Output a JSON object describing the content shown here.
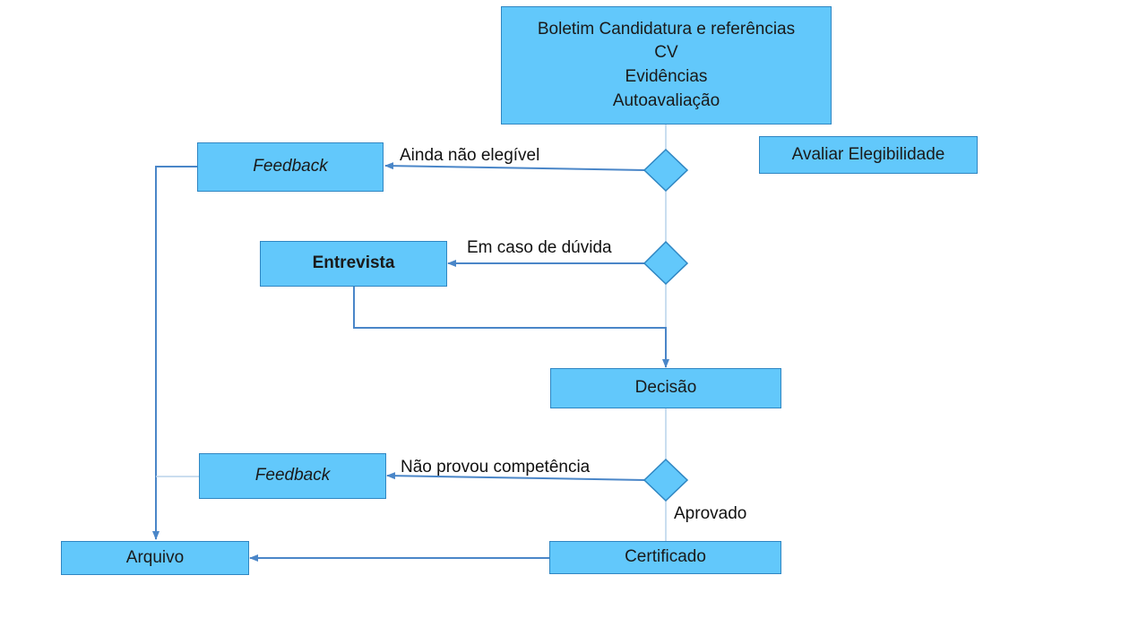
{
  "colors": {
    "box_fill": "#62c8fb",
    "box_border": "#2f86c2",
    "connector": "#4a86c8",
    "thin_line": "#b8d2ea"
  },
  "nodes": {
    "inputs": [
      "Boletim Candidatura e referências",
      "CV",
      "Evidências",
      "Autoavaliação"
    ],
    "eligibility": "Avaliar Elegibilidade",
    "feedback_top": "Feedback",
    "interview": "Entrevista",
    "decision": "Decisão",
    "feedback_bottom": "Feedback",
    "certificate": "Certificado",
    "archive": "Arquivo"
  },
  "labels": {
    "not_eligible": "Ainda não elegível",
    "in_doubt": "Em caso de dúvida",
    "no_competence": "Não provou competência",
    "approved": "Aprovado"
  }
}
